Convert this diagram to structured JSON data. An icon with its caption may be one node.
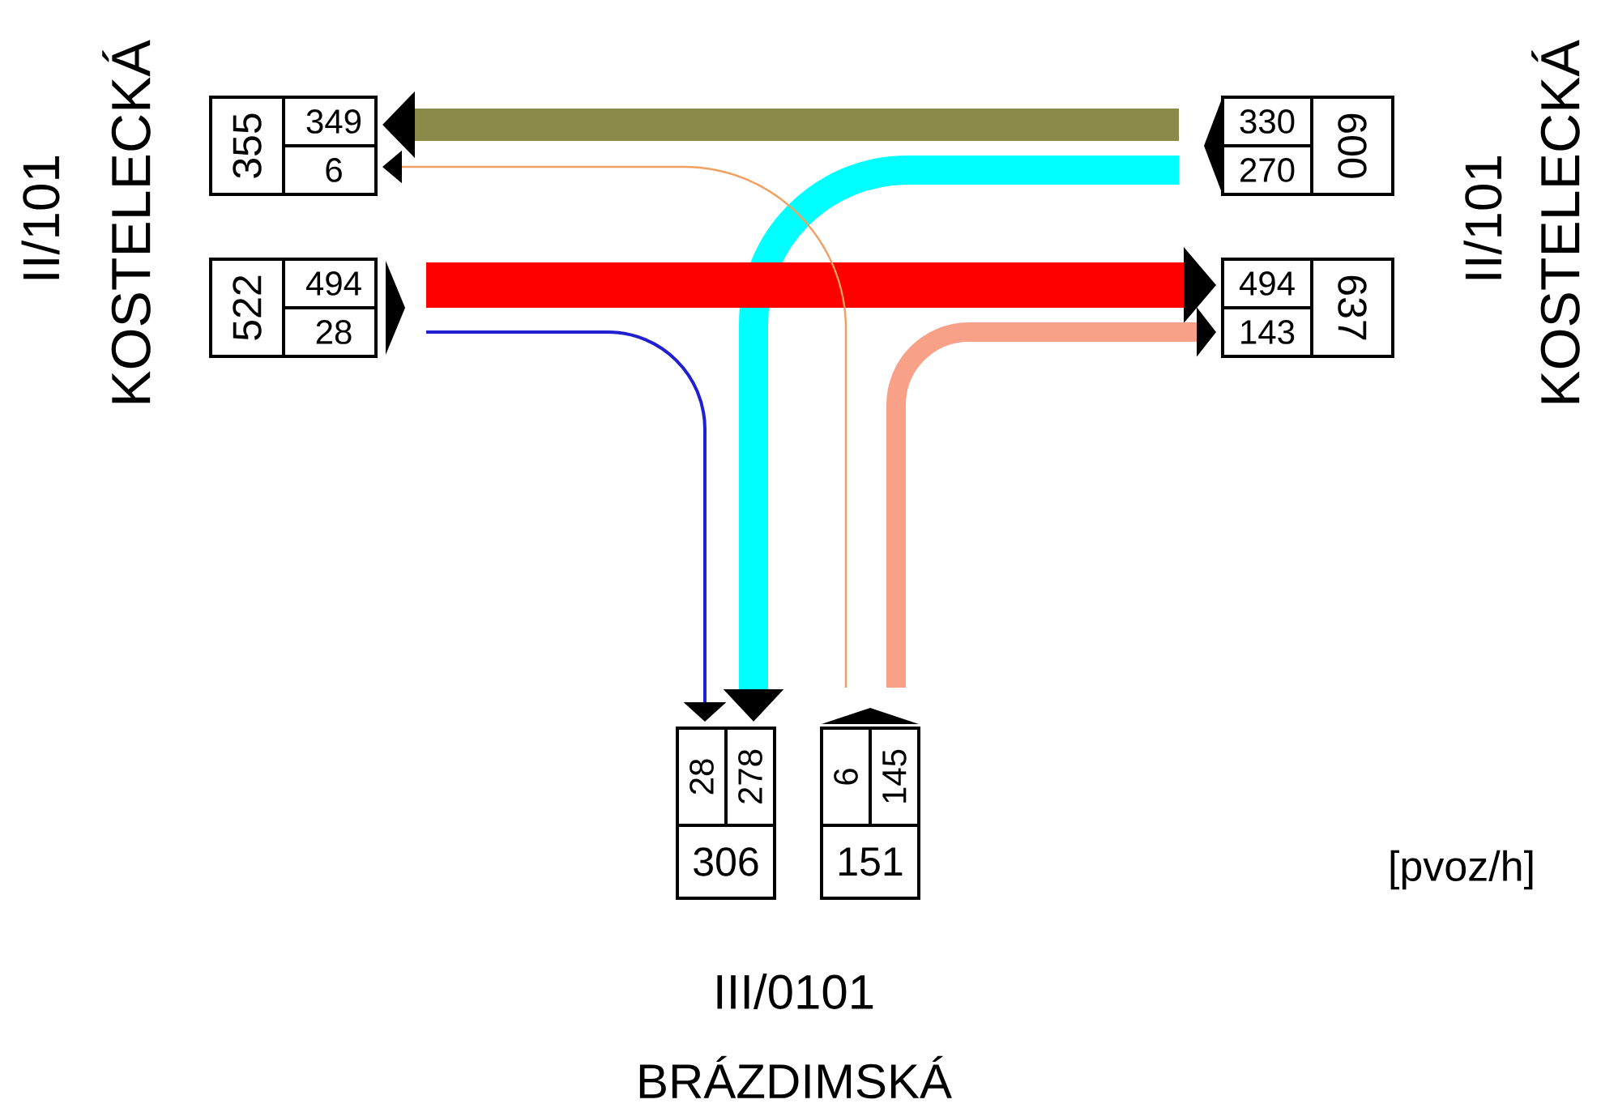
{
  "diagram": {
    "nodes": [
      {
        "text": [
          "355",
          "349",
          "6"
        ]
      },
      {
        "text": [
          "522",
          "494",
          "28"
        ]
      },
      {
        "text": [
          "330",
          "270",
          "600"
        ]
      },
      {
        "text": [
          "494",
          "143",
          "637"
        ]
      },
      {
        "text": [
          "28",
          "278",
          "306"
        ]
      },
      {
        "text": [
          "6",
          "145",
          "151"
        ]
      }
    ],
    "edges": [
      {
        "from": 2,
        "to": 0,
        "arrow": "to",
        "color": "#8c8a4a"
      },
      {
        "from": 2,
        "to": 4,
        "arrow": "to",
        "color": "#00ffff"
      },
      {
        "from": 1,
        "to": 3,
        "arrow": "to",
        "style": "thick",
        "color": "#ff0000"
      },
      {
        "from": 1,
        "to": 4,
        "arrow": "to",
        "color": "#2020d0"
      },
      {
        "from": 5,
        "to": 0,
        "arrow": "to",
        "color": "#f0a060"
      },
      {
        "from": 5,
        "to": 3,
        "arrow": "to",
        "color": "#f8a088"
      }
    ],
    "labels": [
      "II/101",
      "KOSTELECKÁ",
      "II/101",
      "KOSTELECKÁ",
      "[pvoz/h]",
      "III/0101",
      "BRÁZDIMSKÁ"
    ]
  }
}
